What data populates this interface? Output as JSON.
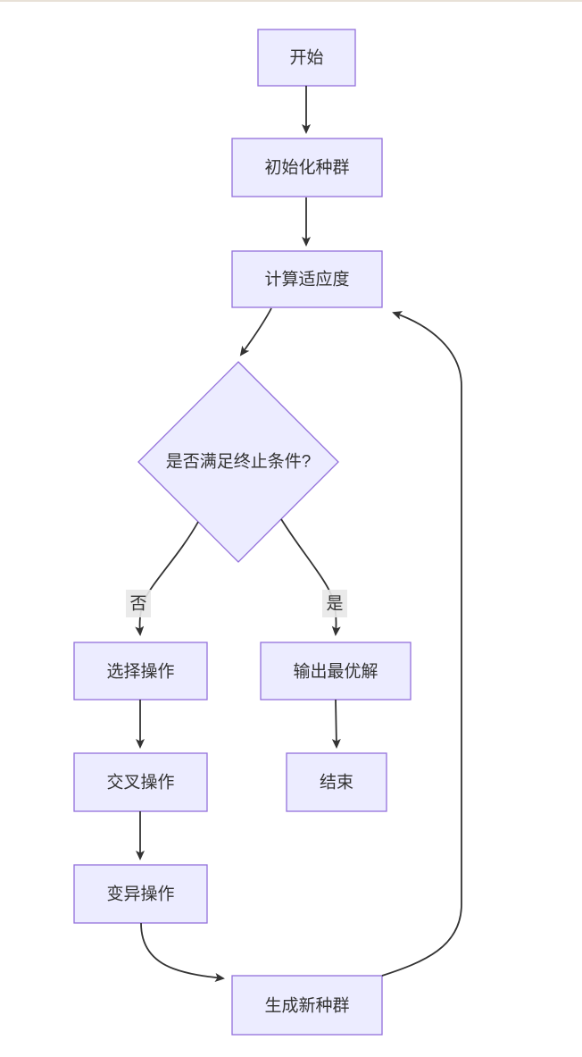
{
  "page": {
    "background": "#ffffff",
    "top_border_color": "#e8e1d7"
  },
  "diagram": {
    "type": "flowchart",
    "direction": "top-down",
    "colors": {
      "node_fill": "#ECECFF",
      "node_border": "#9370DB",
      "edge": "#333333",
      "edge_label_bg": "#e8e8e8",
      "text": "#333333"
    },
    "nodes": [
      {
        "id": "start",
        "shape": "rect",
        "label": "开始"
      },
      {
        "id": "init",
        "shape": "rect",
        "label": "初始化种群"
      },
      {
        "id": "fitness",
        "shape": "rect",
        "label": "计算适应度"
      },
      {
        "id": "condition",
        "shape": "diamond",
        "label": "是否满足终止条件?"
      },
      {
        "id": "select",
        "shape": "rect",
        "label": "选择操作"
      },
      {
        "id": "output",
        "shape": "rect",
        "label": "输出最优解"
      },
      {
        "id": "crossover",
        "shape": "rect",
        "label": "交叉操作"
      },
      {
        "id": "end",
        "shape": "rect",
        "label": "结束"
      },
      {
        "id": "mutation",
        "shape": "rect",
        "label": "变异操作"
      },
      {
        "id": "newpop",
        "shape": "rect",
        "label": "生成新种群"
      }
    ],
    "edges": [
      {
        "from": "start",
        "to": "init",
        "label": ""
      },
      {
        "from": "init",
        "to": "fitness",
        "label": ""
      },
      {
        "from": "fitness",
        "to": "condition",
        "label": ""
      },
      {
        "from": "condition",
        "to": "select",
        "label": "否"
      },
      {
        "from": "condition",
        "to": "output",
        "label": "是"
      },
      {
        "from": "select",
        "to": "crossover",
        "label": ""
      },
      {
        "from": "output",
        "to": "end",
        "label": ""
      },
      {
        "from": "crossover",
        "to": "mutation",
        "label": ""
      },
      {
        "from": "mutation",
        "to": "newpop",
        "label": ""
      },
      {
        "from": "newpop",
        "to": "fitness",
        "label": ""
      }
    ]
  }
}
